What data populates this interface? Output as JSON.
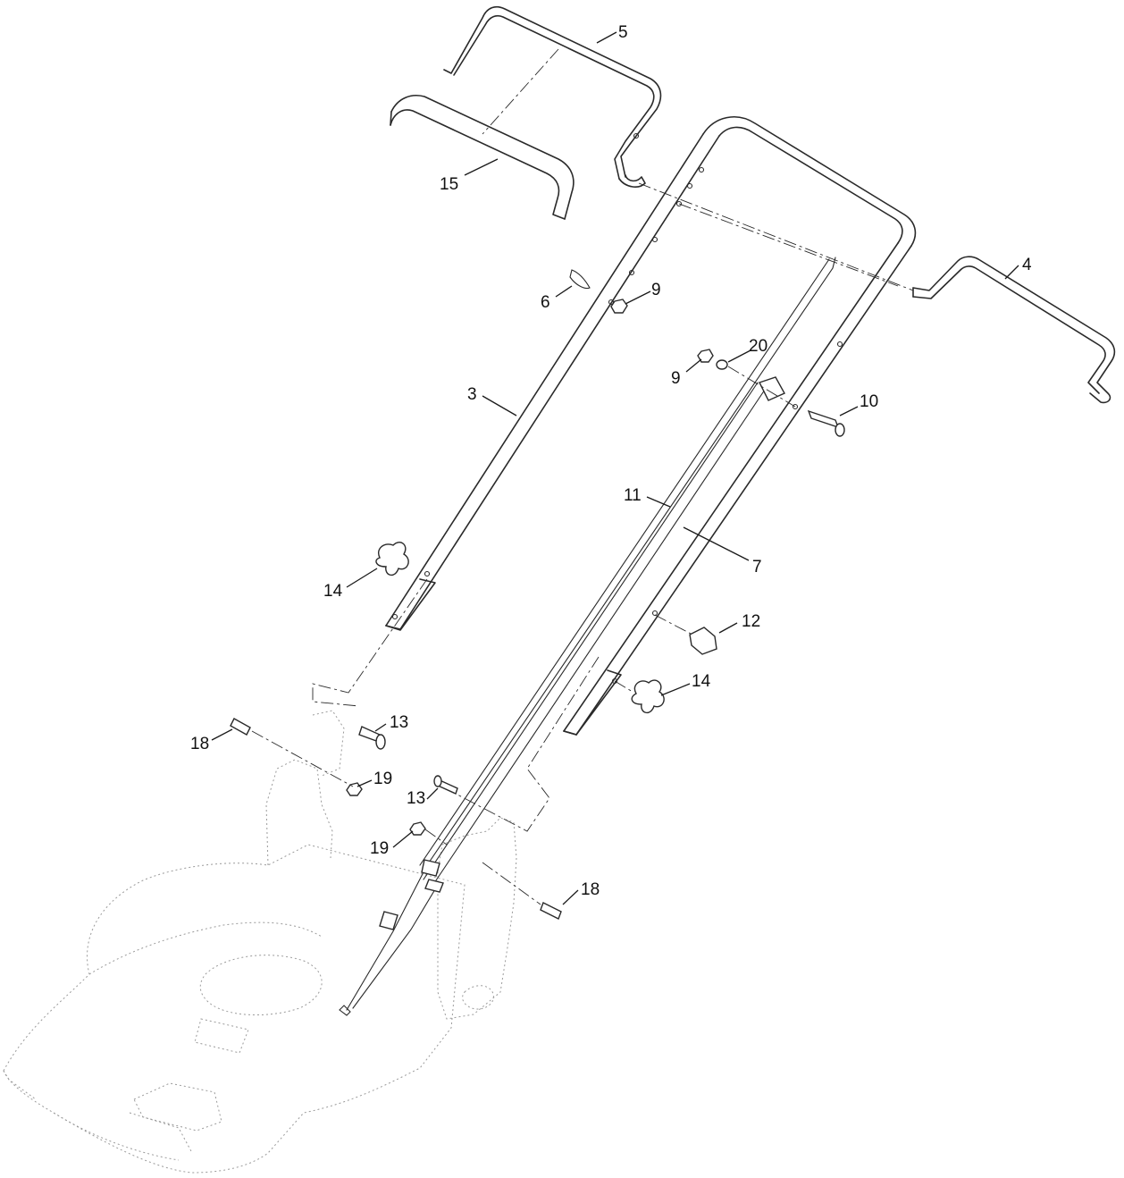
{
  "diagram": {
    "colors": {
      "line": "#2a2a2a",
      "ghost": "#9a9a9a",
      "background": "#ffffff"
    },
    "callouts": [
      {
        "id": "c5",
        "label": "5"
      },
      {
        "id": "c15",
        "label": "15"
      },
      {
        "id": "c4",
        "label": "4"
      },
      {
        "id": "c6",
        "label": "6"
      },
      {
        "id": "c9a",
        "label": "9"
      },
      {
        "id": "c9b",
        "label": "9"
      },
      {
        "id": "c20",
        "label": "20"
      },
      {
        "id": "c3",
        "label": "3"
      },
      {
        "id": "c10",
        "label": "10"
      },
      {
        "id": "c11",
        "label": "11"
      },
      {
        "id": "c7",
        "label": "7"
      },
      {
        "id": "c14a",
        "label": "14"
      },
      {
        "id": "c12",
        "label": "12"
      },
      {
        "id": "c14b",
        "label": "14"
      },
      {
        "id": "c13a",
        "label": "13"
      },
      {
        "id": "c18a",
        "label": "18"
      },
      {
        "id": "c19a",
        "label": "19"
      },
      {
        "id": "c13b",
        "label": "13"
      },
      {
        "id": "c19b",
        "label": "19"
      },
      {
        "id": "c18b",
        "label": "18"
      }
    ]
  }
}
